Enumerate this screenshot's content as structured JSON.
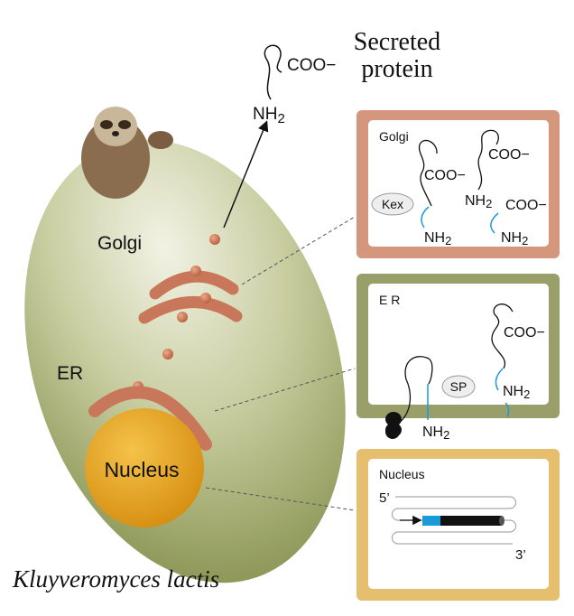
{
  "title": "Kluyveromyces lactis",
  "secreted": {
    "line1": "Secreted",
    "line2": "protein",
    "coo": "COO−",
    "nh2": "NH",
    "sub": "2"
  },
  "cell_labels": {
    "golgi": "Golgi",
    "er": "ER",
    "nucleus": "Nucleus"
  },
  "golgi_panel": {
    "title": "Golgi",
    "coo1": "COO−",
    "coo2": "COO−",
    "coo3": "COO−",
    "nh2_a": "NH",
    "nh2_b": "NH",
    "nh2_c": "NH",
    "sub": "2",
    "kex": "Kex"
  },
  "er_panel": {
    "title": "E R",
    "coo": "COO−",
    "nh2_a": "NH",
    "nh2_b": "NH",
    "sub": "2",
    "sp": "SP"
  },
  "nucleus_panel": {
    "title": "Nucleus",
    "five": "5’",
    "three": "3’"
  },
  "colors": {
    "golgi": "#d4977e",
    "er": "#9a9f6a",
    "nucleus": "#e5bf6e",
    "signal": "#1a9ad9",
    "cell": "#a7b07a",
    "organelle": "#c9775a"
  },
  "icons": {
    "sloth": "sloth-image",
    "ribosome": "ribosome-icon"
  }
}
